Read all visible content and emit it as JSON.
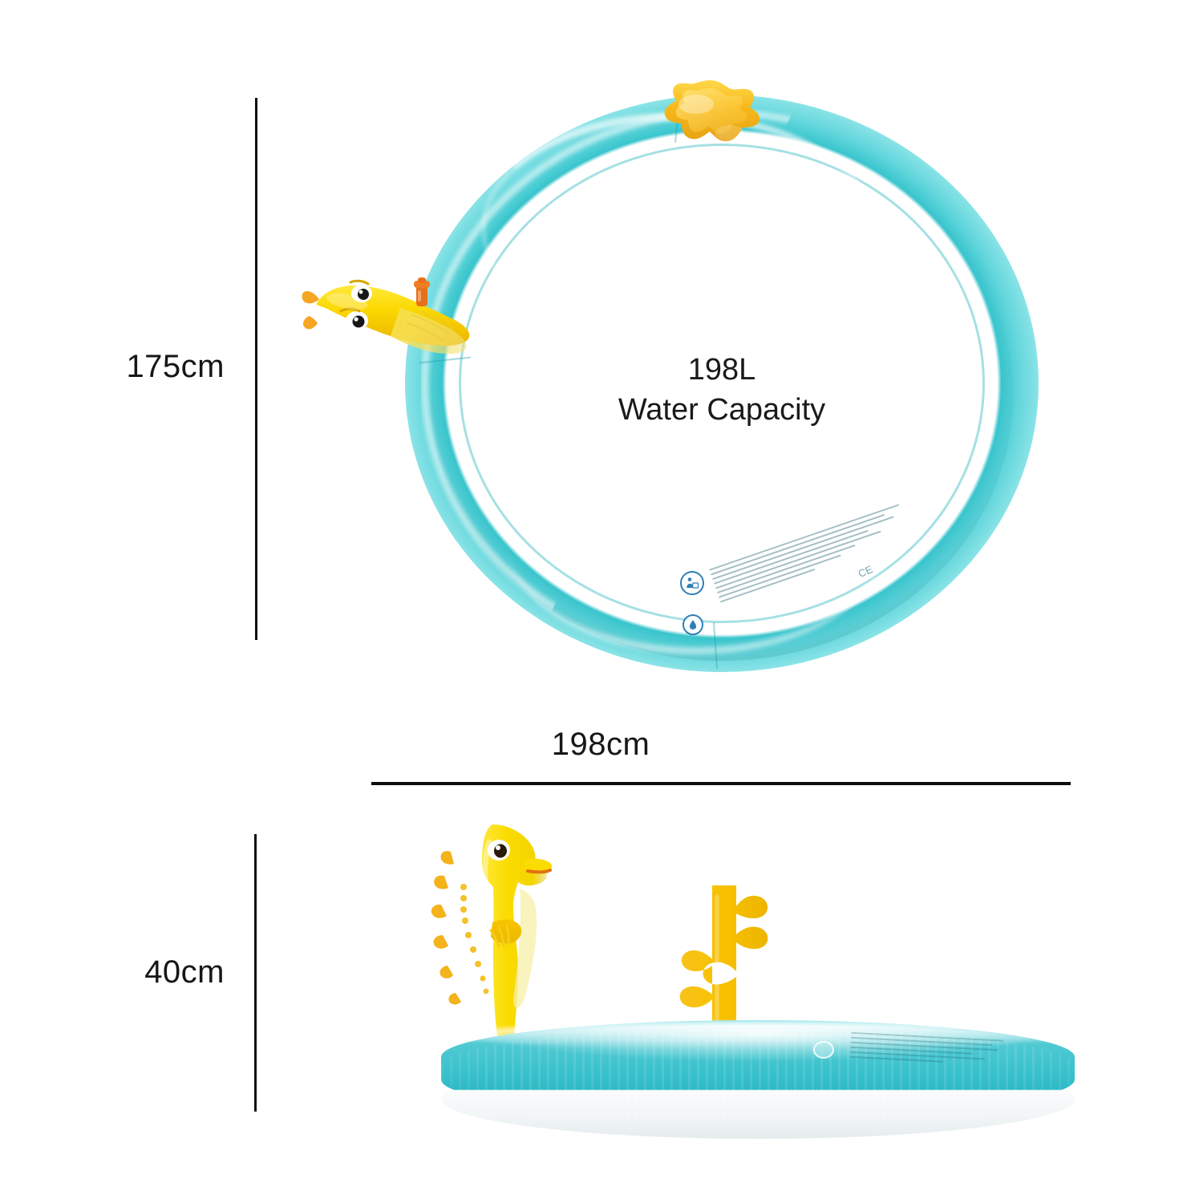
{
  "product": {
    "type": "inflatable-sprinkler-pool",
    "views": {
      "top": "top-down view of circular inflatable splash pool ring",
      "side": "side elevation view of inflatable splash pool"
    }
  },
  "dimensions": {
    "height_label": "175cm",
    "width_label": "198cm",
    "depth_label": "40cm"
  },
  "capacity": {
    "volume": "198L",
    "description": "Water Capacity"
  },
  "colors": {
    "background": "#ffffff",
    "ring_aqua": "#4fc9d2",
    "ring_aqua_light": "#8fe3e8",
    "ring_aqua_dark": "#2fb9c4",
    "accent_yellow": "#f5d21f",
    "accent_orange": "#f5a623",
    "valve_orange": "#e8701a",
    "rule_black": "#0d0d0d",
    "text_black": "#161616",
    "pool_white": "#fdfefe"
  },
  "ornaments": {
    "seahorse": "seahorse-sprinkler",
    "coral": "coral-sprinkler",
    "valve": "hose-connector-valve"
  },
  "labels": {
    "warning_print": "WARNING",
    "safety_badge": "safety-pictogram"
  }
}
